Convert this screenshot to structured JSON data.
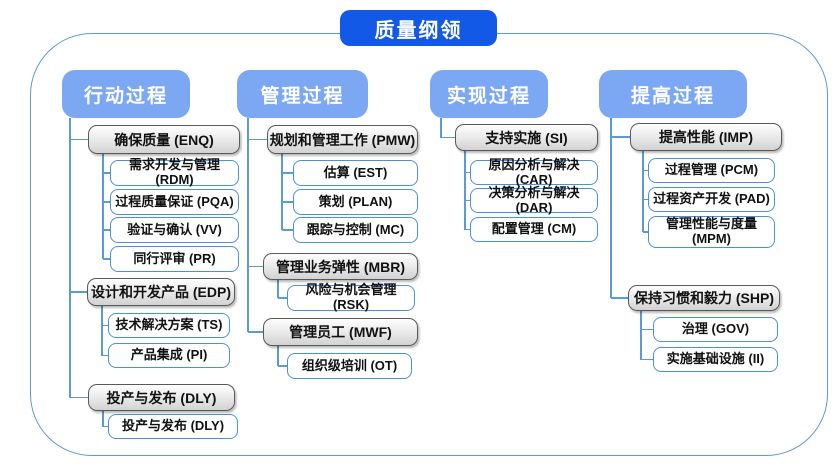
{
  "title": "质量纲领",
  "columns": [
    {
      "header": "行动过程",
      "groups": [
        {
          "label": "确保质量 (ENQ)",
          "children": [
            "需求开发与管理 (RDM)",
            "过程质量保证 (PQA)",
            "验证与确认 (VV)",
            "同行评审 (PR)"
          ]
        },
        {
          "label": "设计和开发产品 (EDP)",
          "children": [
            "技术解决方案 (TS)",
            "产品集成 (PI)"
          ]
        },
        {
          "label": "投产与发布 (DLY)",
          "children": [
            "投产与发布 (DLY)"
          ]
        }
      ]
    },
    {
      "header": "管理过程",
      "groups": [
        {
          "label": "规划和管理工作 (PMW)",
          "children": [
            "估算 (EST)",
            "策划 (PLAN)",
            "跟踪与控制 (MC)"
          ]
        },
        {
          "label": "管理业务弹性 (MBR)",
          "children": [
            "风险与机会管理 (RSK)"
          ]
        },
        {
          "label": "管理员工 (MWF)",
          "children": [
            "组织级培训 (OT)"
          ]
        }
      ]
    },
    {
      "header": "实现过程",
      "groups": [
        {
          "label": "支持实施 (SI)",
          "children": [
            "原因分析与解决 (CAR)",
            "决策分析与解决 (DAR)",
            "配置管理 (CM)"
          ]
        }
      ]
    },
    {
      "header": "提高过程",
      "groups": [
        {
          "label": "提高性能 (IMP)",
          "children": [
            "过程管理 (PCM)",
            "过程资产开发 (PAD)",
            "管理性能与度量 (MPM)"
          ]
        },
        {
          "label": "保持习惯和毅力 (SHP)",
          "children": [
            "治理 (GOV)",
            "实施基础设施 (II)"
          ]
        }
      ]
    }
  ],
  "colors": {
    "title_bg": "#1159E6",
    "header_bg": "#7CA7F2",
    "connector": "#5B9BD5",
    "leaf_border": "#4A90E2",
    "group_border": "#595959"
  }
}
